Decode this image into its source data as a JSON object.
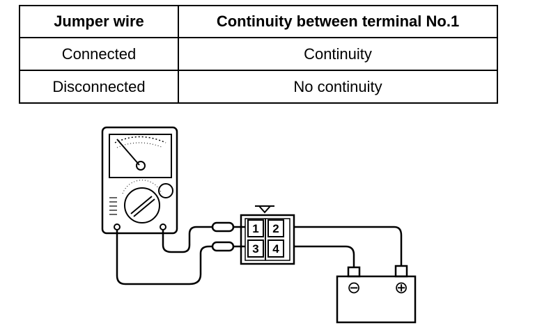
{
  "table": {
    "headers": [
      "Jumper wire",
      "Continuity between terminal No.1"
    ],
    "rows": [
      [
        "Connected",
        "Continuity"
      ],
      [
        "Disconnected",
        "No continuity"
      ]
    ]
  },
  "diagram": {
    "connector_terminals": [
      "1",
      "2",
      "3",
      "4"
    ],
    "battery_terminals": {
      "negative": "⊖",
      "positive": "⊕"
    }
  }
}
